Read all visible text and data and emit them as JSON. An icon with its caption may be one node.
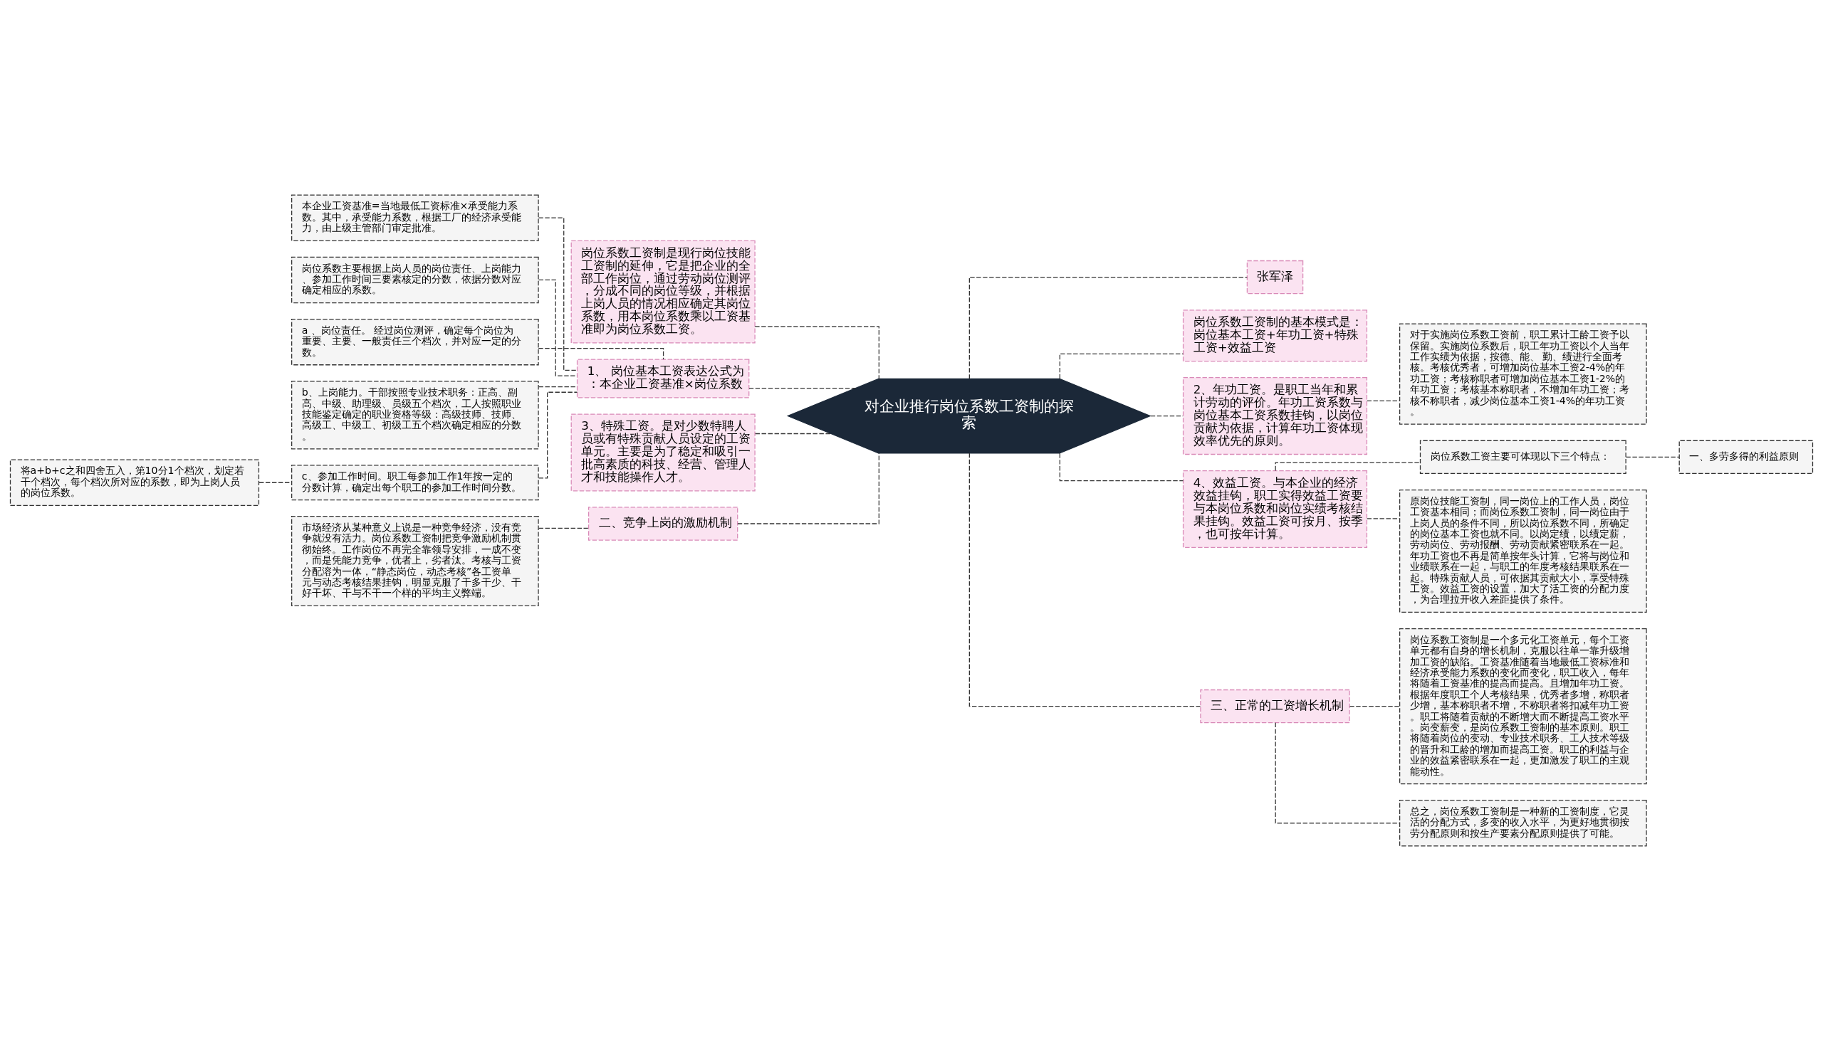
{
  "diagram": {
    "nodes": [
      {
        "text": [
          "对企业推行岗位系数工资制的探索"
        ]
      },
      {
        "text": [
          "岗位系数工资制是现行岗位技能工资制的延伸，它是把企业的全部工作岗位，通过劳动岗位测评，分成不同的岗位等级，并根据上岗人员的情况相应确定其岗位系数，用本岗位系数乘以工资基准即为岗位系数工资。"
        ]
      },
      {
        "text": [
          "1、 岗位基本工资表达公式为：本企业工资基准×岗位系数"
        ]
      },
      {
        "text": [
          "本企业工资基准=当地最低工资标准×承受能力系数。其中，承受能力系数，根据工厂的经济承受能力，由上级主管部门审定批准。"
        ]
      },
      {
        "text": [
          "岗位系数主要根据上岗人员的岗位责任、上岗能力、参加工作时间三要素核定的分数，依据分数对应确定相应的系数。"
        ]
      },
      {
        "text": [
          "a 、岗位责任。 经过岗位测评，确定每个岗位为重要、主要、一般责任三个档次，并对应一定的分数。"
        ]
      },
      {
        "text": [
          "b、上岗能力。干部按照专业技术职务：正高、副高、中级、助理级、员级五个档次，工人按照职业技能鉴定确定的职业资格等级：高级技师、技师、高级工、中级工、初级工五个档次确定相应的分数。"
        ]
      },
      {
        "text": [
          "c、参加工作时间。职工每参加工作1年按一定的分数计算，确定出每个职工的参加工作时间分数。"
        ]
      },
      {
        "text": [
          "将a+b+c之和四舍五入，第10分1个档次，划定若干个档次，每个档次所对应的系数，即为上岗人员的岗位系数。"
        ]
      },
      {
        "text": [
          "3、特殊工资。是对少数特聘人员或有特殊贡献人员设定的工资单元。主要是为了稳定和吸引一批高素质的科技、经营、管理人才和技能操作人才。"
        ]
      },
      {
        "text": [
          "二、竞争上岗的激励机制"
        ]
      },
      {
        "text": [
          "市场经济从某种意义上说是一种竞争经济，没有竞争就没有活力。岗位系数工资制把竞争激励机制贯彻始终。工作岗位不再完全靠领导安排，一成不变，而是凭能力竞争，优者上，劣者汰。考核与工资分配溶为一体，“静态岗位，动态考核”各工资单元与动态考核结果挂钩，明显克服了干多干少、干好干坏、干与不干一个样的平均主义弊端。"
        ]
      },
      {
        "text": [
          "张军泽"
        ]
      },
      {
        "text": [
          "岗位系数工资制的基本模式是：岗位基本工资+年功工资+特殊工资+效益工资"
        ]
      },
      {
        "text": [
          "2、年功工资。是职工当年和累计劳动的评价。年功工资系数与岗位基本工资系数挂钩，以岗位贡献为依据，计算年功工资体现效率优先的原则。"
        ]
      },
      {
        "text": [
          "对于实施岗位系数工资前，职工累计工龄工资予以保留。实施岗位系数后，职工年功工资以个人当年工作实绩为依据，按德、能、 勤、绩进行全面考核。考核优秀者，可增加岗位基本工资2-4%的年功工资；考核称职者可增加岗位基本工资1-2%的年功工资；考核基本称职者，不增加年功工资；考核不称职者，减少岗位基本工资1-4%的年功工资。"
        ]
      },
      {
        "text": [
          "4、效益工资。与本企业的经济效益挂钩，职工实得效益工资要与本岗位系数和岗位实绩考核结果挂钩。效益工资可按月、按季，也可按年计算。"
        ]
      },
      {
        "text": [
          "岗位系数工资主要可体现以下三个特点："
        ]
      },
      {
        "text": [
          "一、多劳多得的利益原则"
        ]
      },
      {
        "text": [
          "原岗位技能工资制，同一岗位上的工作人员，岗位工资基本相同；而岗位系数工资制，同一岗位由于上岗人员的条件不同，所以岗位系数不同，所确定的岗位基本工资也就不同。以岗定绩，以绩定薪，劳动岗位、劳动报酬、劳动贡献紧密联系在一起。年功工资也不再是简单按年头计算，它将与岗位和业绩联系在一起，与职工的年度考核结果联系在一起。特殊贡献人员，可依据其贡献大小，享受特殊工资。效益工资的设置，加大了活工资的分配力度，为合理拉开收入差距提供了条件。"
        ]
      },
      {
        "text": [
          "三、正常的工资增长机制"
        ]
      },
      {
        "text": [
          "岗位系数工资制是一个多元化工资单元，每个工资单元都有自身的增长机制，克服以往单一靠升级增加工资的缺陷。工资基准随着当地最低工资标准和经济承受能力系数的变化而变化，职工收入，每年将随着工资基准的提高而提高。且增加年功工资。根据年度职工个人考核结果，优秀者多增，称职者少增，基本称职者不增，不称职者将扣减年功工资。职工将随着贡献的不断增大而不断提高工资水平。岗变薪变，是岗位系数工资制的基本原则。职工将随着岗位的变动、专业技术职务、工人技术等级的晋升和工龄的增加而提高工资。职工的利益与企业的效益紧密联系在一起，更加激发了职工的主观能动性。"
        ]
      },
      {
        "text": [
          "总之，岗位系数工资制是一种新的工资制度，它灵活的分配方式，多变的收入水平，为更好地贯彻按劳分配原则和按生产要素分配原则提供了可能。"
        ]
      }
    ],
    "edges": [
      {
        "from": 0,
        "to": 1,
        "arrow": "none",
        "style": "dashed"
      },
      {
        "from": 0,
        "to": 2,
        "arrow": "none",
        "style": "dashed"
      },
      {
        "from": 2,
        "to": 3,
        "arrow": "none",
        "style": "dashed"
      },
      {
        "from": 2,
        "to": 4,
        "arrow": "none",
        "style": "dashed"
      },
      {
        "from": 2,
        "to": 5,
        "arrow": "none",
        "style": "dashed"
      },
      {
        "from": 2,
        "to": 6,
        "arrow": "none",
        "style": "dashed"
      },
      {
        "from": 2,
        "to": 7,
        "arrow": "none",
        "style": "dashed"
      },
      {
        "from": 7,
        "to": 8,
        "arrow": "none",
        "style": "dashed"
      },
      {
        "from": 0,
        "to": 9,
        "arrow": "none",
        "style": "dashed"
      },
      {
        "from": 0,
        "to": 10,
        "arrow": "none",
        "style": "dashed"
      },
      {
        "from": 10,
        "to": 11,
        "arrow": "none",
        "style": "dashed"
      },
      {
        "from": 0,
        "to": 12,
        "arrow": "none",
        "style": "dashed"
      },
      {
        "from": 0,
        "to": 13,
        "arrow": "none",
        "style": "dashed"
      },
      {
        "from": 0,
        "to": 14,
        "arrow": "none",
        "style": "dashed"
      },
      {
        "from": 14,
        "to": 15,
        "arrow": "none",
        "style": "dashed"
      },
      {
        "from": 0,
        "to": 16,
        "arrow": "none",
        "style": "dashed"
      },
      {
        "from": 16,
        "to": 17,
        "arrow": "none",
        "style": "dashed"
      },
      {
        "from": 17,
        "to": 18,
        "arrow": "none",
        "style": "dashed"
      },
      {
        "from": 16,
        "to": 19,
        "arrow": "none",
        "style": "dashed"
      },
      {
        "from": 0,
        "to": 20,
        "arrow": "none",
        "style": "dashed"
      },
      {
        "from": 20,
        "to": 21,
        "arrow": "none",
        "style": "dashed"
      },
      {
        "from": 20,
        "to": 22,
        "arrow": "none",
        "style": "dashed"
      }
    ]
  }
}
